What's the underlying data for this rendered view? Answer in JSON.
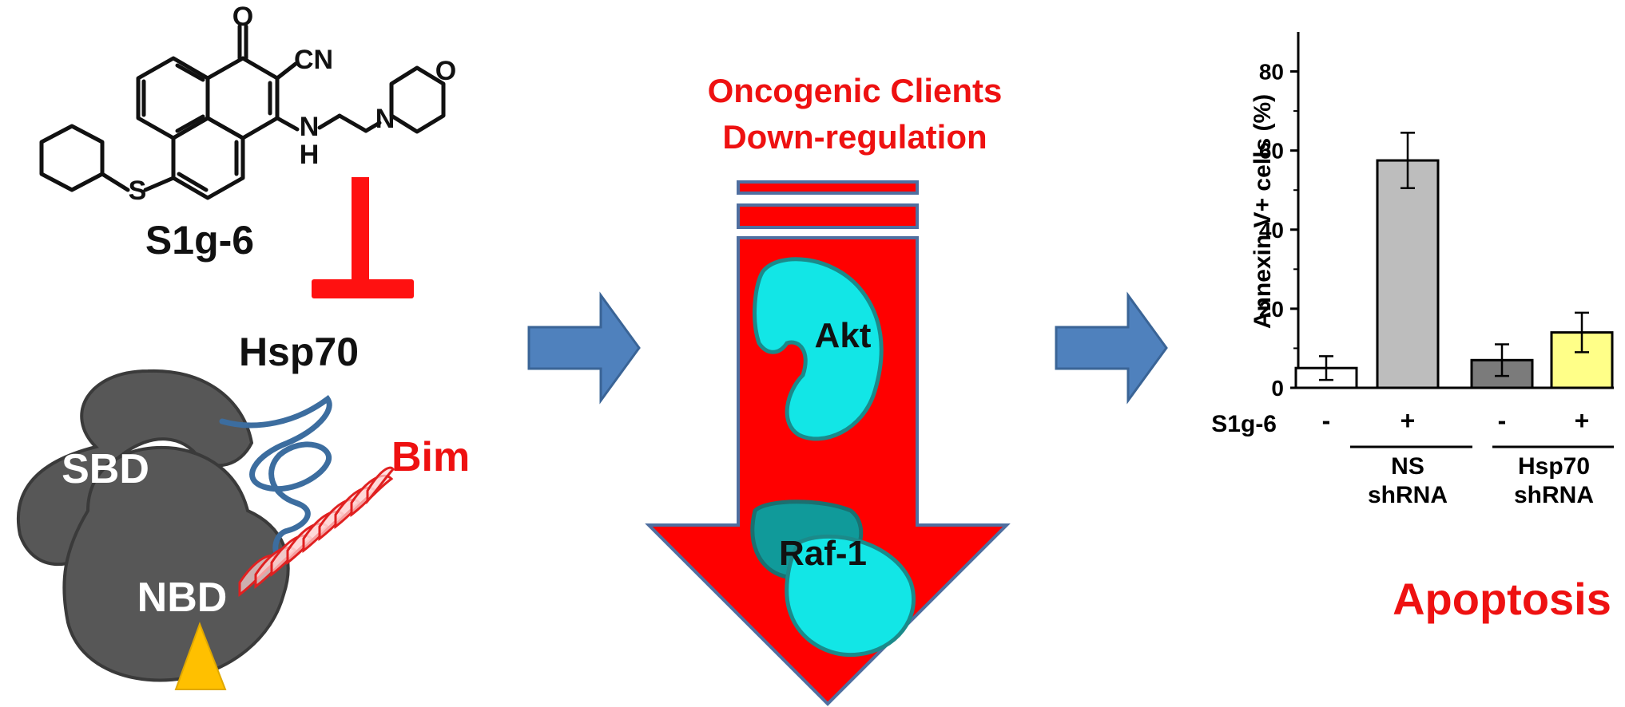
{
  "molecule": {
    "name": "S1g-6",
    "atom_o": "O",
    "atom_cn": "CN",
    "atom_n": "N",
    "atom_h": "H",
    "atom_s": "S",
    "ring_o": "O",
    "ring_n": "N"
  },
  "protein": {
    "name": "Hsp70",
    "sbd": "SBD",
    "nbd": "NBD",
    "client": "Bim"
  },
  "center": {
    "title_line1": "Oncogenic Clients",
    "title_line2": "Down-regulation",
    "client_1": "Akt",
    "client_2": "Raf-1"
  },
  "outcome": "Apoptosis",
  "colors": {
    "inhibit": "#ff1111",
    "red_text": "#ee1111",
    "arrow_blue": "#4f81bd",
    "arrow_blue_stroke": "#3a6496",
    "down_arrow_fill": "#ff0000",
    "down_arrow_stroke": "#4f6fa0",
    "protein_gray": "#575757",
    "client_cyan": "#12e6e6",
    "nucleotide": "#ffc000"
  },
  "chart_data": {
    "type": "bar",
    "ylabel": "Annexin V+ cells (%)",
    "ylim": [
      0,
      90
    ],
    "yticks": [
      "0",
      "20",
      "40",
      "60",
      "80"
    ],
    "values": [
      5,
      57.5,
      7,
      14
    ],
    "errors": [
      3,
      7,
      4,
      5
    ],
    "bar_colors": [
      "#ffffff",
      "#bdbdbd",
      "#7b7b7b",
      "#ffff88"
    ],
    "treatment_label": "S1g-6",
    "treatments": [
      "-",
      "+",
      "-",
      "+"
    ],
    "groups": [
      {
        "line1": "NS",
        "line2": "shRNA"
      },
      {
        "line1": "Hsp70",
        "line2": "shRNA"
      }
    ]
  }
}
